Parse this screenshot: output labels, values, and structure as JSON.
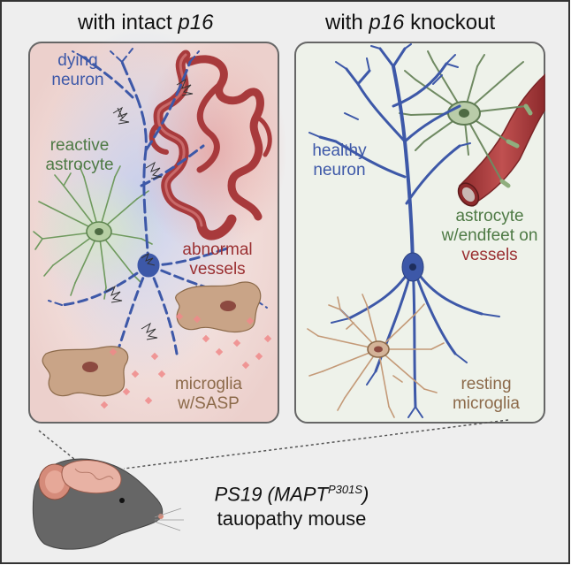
{
  "left_panel": {
    "title_prefix": "with intact ",
    "title_gene": "p16",
    "labels": {
      "dying_neuron_1": "dying",
      "dying_neuron_2": "neuron",
      "reactive_astrocyte_1": "reactive",
      "reactive_astrocyte_2": "astrocyte",
      "abnormal_vessels_1": "abnormal",
      "abnormal_vessels_2": "vessels",
      "microglia_sasp_1": "microglia",
      "microglia_sasp_2": "w/SASP"
    }
  },
  "right_panel": {
    "title_prefix": "with ",
    "title_gene": "p16",
    "title_suffix": " knockout",
    "labels": {
      "healthy_neuron_1": "healthy",
      "healthy_neuron_2": "neuron",
      "astrocyte_endfeet_1": "astrocyte",
      "astrocyte_endfeet_2": "w/endfeet on",
      "astrocyte_endfeet_3": "vessels",
      "resting_microglia_1": "resting",
      "resting_microglia_2": "microglia"
    }
  },
  "mouse": {
    "line1_model": "PS19 (MAPT",
    "line1_sup": "P301S",
    "line1_close": ")",
    "line2": "tauopathy mouse"
  },
  "colors": {
    "neuron_blue": "#3d58a8",
    "astrocyte_green": "#6f9a5e",
    "vessel_red": "#a83a3c",
    "microglia_brown": "#c49a78",
    "sasp_pink": "#f08a8a",
    "left_panel_bg": "#f1dcda",
    "right_panel_bg": "#eef2ea"
  }
}
